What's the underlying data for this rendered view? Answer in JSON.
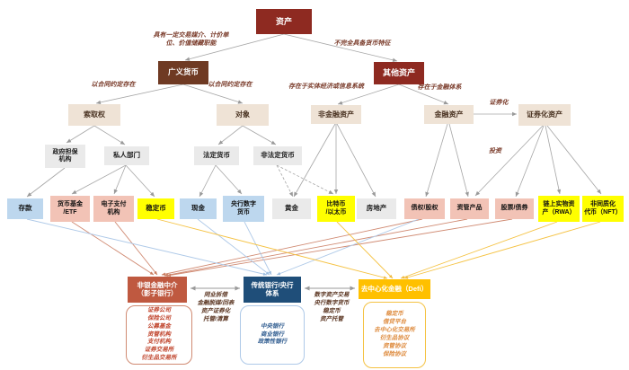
{
  "colors": {
    "asset-red": "#8E2A21",
    "money-brown": "#6F3A23",
    "beige-bg": "#EFE3D6",
    "beige-text": "#4A3322",
    "gray-bg": "#EAEAEA",
    "blue-bg": "#BDD7EE",
    "pink-bg": "#F2C3B6",
    "yellow-bg": "#FFFF00",
    "shadow-bg": "#BF5940",
    "bank-bg": "#1F4E79",
    "defi-bg": "#FFC000",
    "tree-line": "#A6A6A6",
    "shadow-line": "#D08A72",
    "bank-line": "#AEC9E8",
    "defi-line": "#F5C242",
    "shadow-list": "#C0442C",
    "bank-list": "#2E5B8F",
    "defi-list": "#DE8B3E",
    "edge-label": "#7A3B2A",
    "annotation": "#5A3420"
  },
  "nodes": {
    "asset": "资产",
    "broad_money": "广义货币",
    "other_assets": "其他资产",
    "claims": "索取权",
    "object": "对象",
    "non_financial": "非金融资产",
    "financial": "金融资产",
    "securitized": "证券化资产",
    "gov_guarantee": "政府担保\n机构",
    "private_sector": "私人部门",
    "fiat": "法定货币",
    "non_fiat": "非法定货币",
    "deposits": "存款",
    "mmf": "货币基金\n/ETF",
    "epay": "电子支付\n机构",
    "stablecoin": "稳定币",
    "cash": "现金",
    "cbdc": "央行数字\n货币",
    "gold": "黄金",
    "crypto": "比特币\n/以太币",
    "real_estate": "房地产",
    "credit_equity": "债权/股权",
    "asset_mgmt": "资管产品",
    "stocks_bonds": "股票/债券",
    "rwa": "链上实物资\n产（RWA）",
    "nft": "非同质化\n代币（NFT）"
  },
  "edge_labels": {
    "money_functions": "具有一定交易媒介、计价单\n位、价值储藏职能",
    "not_full_money": "不完全具备货币特征",
    "contract_left": "以合同约定存在",
    "contract_right": "以合同约定存在",
    "real_economy": "存在于实体经济或信息系统",
    "financial_system": "存在于金融体系",
    "securitization": "证券化",
    "investment": "投资"
  },
  "sectors": {
    "shadow": {
      "title": "非银金融中介\n（影子银行）",
      "items": [
        "证券公司",
        "保险公司",
        "公募基金",
        "资管机构",
        "支付机构",
        "证券交易所",
        "衍生品交易所"
      ]
    },
    "bank": {
      "title": "传统银行/央行\n体系",
      "items": [
        "中央银行",
        "商业银行",
        "政策性银行"
      ]
    },
    "defi": {
      "title": "去中心化金融（Defi）",
      "items": [
        "稳定币",
        "借贷平台",
        "去中心化交易所",
        "衍生品协议",
        "资管协议",
        "保险协议"
      ]
    },
    "shadow_bank_flows": [
      "同业拆借",
      "金融脱媒/回表",
      "资产证券化",
      "托管/清算"
    ],
    "bank_defi_flows": [
      "数字资产交易",
      "央行数字货币",
      "稳定币",
      "资产托管"
    ]
  }
}
